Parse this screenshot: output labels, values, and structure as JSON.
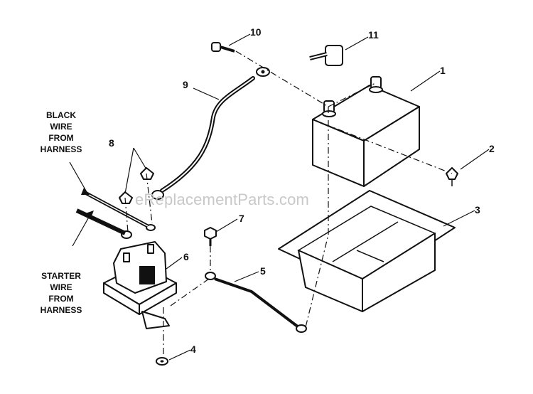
{
  "callouts": {
    "c1": "1",
    "c2": "2",
    "c3": "3",
    "c4": "4",
    "c5": "5",
    "c6": "6",
    "c7": "7",
    "c8": "8",
    "c9": "9",
    "c10": "10",
    "c11": "11"
  },
  "labels": {
    "black_wire": [
      "BLACK",
      "WIRE",
      "FROM",
      "HARNESS"
    ],
    "starter_wire": [
      "STARTER",
      "WIRE",
      "FROM",
      "HARNESS"
    ]
  },
  "watermark": "eReplacementParts.com"
}
